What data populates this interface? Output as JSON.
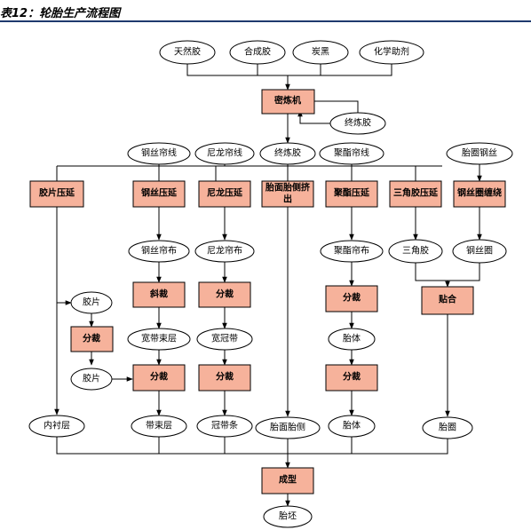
{
  "title": "表12：轮胎生产流程图",
  "colors": {
    "process_fill": "#f6b29b",
    "line": "#000000",
    "rule": "#1f3a6e"
  },
  "nodes": {
    "tianranjiao": "天然胶",
    "hechengjiao": "合成胶",
    "tanhei": "炭黑",
    "huaxuezhuji": "化学助剂",
    "milianji": "密炼机",
    "zhonglianjiao_loop": "终炼胶",
    "gangsilianxian": "钢丝帘线",
    "nilonglianxian": "尼龙帘线",
    "zhonglianjiao": "终炼胶",
    "juzhilianxian": "聚酯帘线",
    "taiquangangsi": "胎圈钢丝",
    "jiaopianyayan": "胶片压延",
    "gangsiyayan": "钢丝压延",
    "nilongyayan": "尼龙压延",
    "taimiantaice_ji": "胎面胎侧挤",
    "taimiantaice_ji2": "出",
    "juzhiyayan": "聚酯压延",
    "sanjiaojiaoyayan": "三角胶压延",
    "gangsiquanchanrao": "钢丝圈缠绕",
    "gangsilianbu": "钢丝帘布",
    "nilonglianbu": "尼龙帘布",
    "juzhilianbu": "聚酯帘布",
    "sanjiaojiao": "三角胶",
    "gangsiquan": "钢丝圈",
    "jiaopian1": "胶片",
    "xiecai": "斜裁",
    "fencai_nilong": "分裁",
    "fencai_juzhi": "分裁",
    "tiehe": "贴合",
    "fencai_jiaopian": "分裁",
    "kuandaishuceng": "宽带束层",
    "kuanguandai": "宽冠带",
    "taiti1": "胎体",
    "jiaopian2": "胶片",
    "fencai_gangsi2": "分裁",
    "fencai_nilong2": "分裁",
    "fencai_juzhi2": "分裁",
    "neichenceng": "内衬层",
    "daishuceng": "带束层",
    "guandaitiao": "冠带条",
    "taimiantaice": "胎面胎侧",
    "taiti2": "胎体",
    "taiquan": "胎圈",
    "chengxing": "成型",
    "taipi": "胎坯"
  }
}
